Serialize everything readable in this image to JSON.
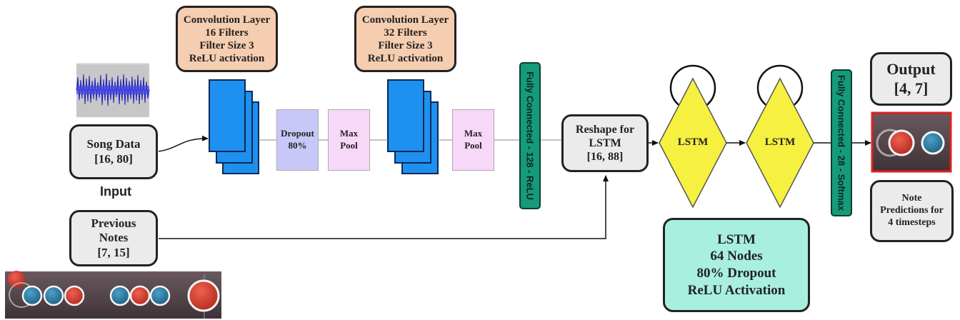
{
  "conv1": {
    "line1": "Convolution Layer",
    "line2": "16 Filters",
    "line3": "Filter Size 3",
    "line4": "ReLU activation"
  },
  "conv2": {
    "line1": "Convolution Layer",
    "line2": "32 Filters",
    "line3": "Filter Size 3",
    "line4": "ReLU activation"
  },
  "song_data": {
    "label": "Song Data",
    "shape": "[16, 80]"
  },
  "input_label": "Input",
  "previous_notes": {
    "line1": "Previous",
    "line2": "Notes",
    "shape": "[7, 15]"
  },
  "dropout": {
    "line1": "Dropout",
    "line2": "80%"
  },
  "maxpool1": {
    "line1": "Max",
    "line2": "Pool"
  },
  "maxpool2": {
    "line1": "Max",
    "line2": "Pool"
  },
  "fc1": "Fully Connected - 128 - ReLU",
  "reshape": {
    "line1": "Reshape for",
    "line2": "LSTM",
    "shape": "[16, 88]"
  },
  "lstm1": "LSTM",
  "lstm2": "LSTM",
  "lstm_info": {
    "line1": "LSTM",
    "line2": "64 Nodes",
    "line3": "80% Dropout",
    "line4": "ReLU Activation"
  },
  "fc2": "Fully Connected - 28 - Softmax",
  "output": {
    "label": "Output",
    "shape": "[4, 7]"
  },
  "note_predictions": {
    "line1": "Note",
    "line2": "Predictions for",
    "line3": "4 timesteps"
  },
  "colors": {
    "conv_blue": "#1e90f0",
    "dropout": "#c8c8f8",
    "maxpool": "#f8d8f8",
    "fc": "#159a7a",
    "lstm": "#f6f040",
    "note_red": "#d8392b",
    "note_blue": "#2e7ea8",
    "panel": "#5a4a50"
  }
}
